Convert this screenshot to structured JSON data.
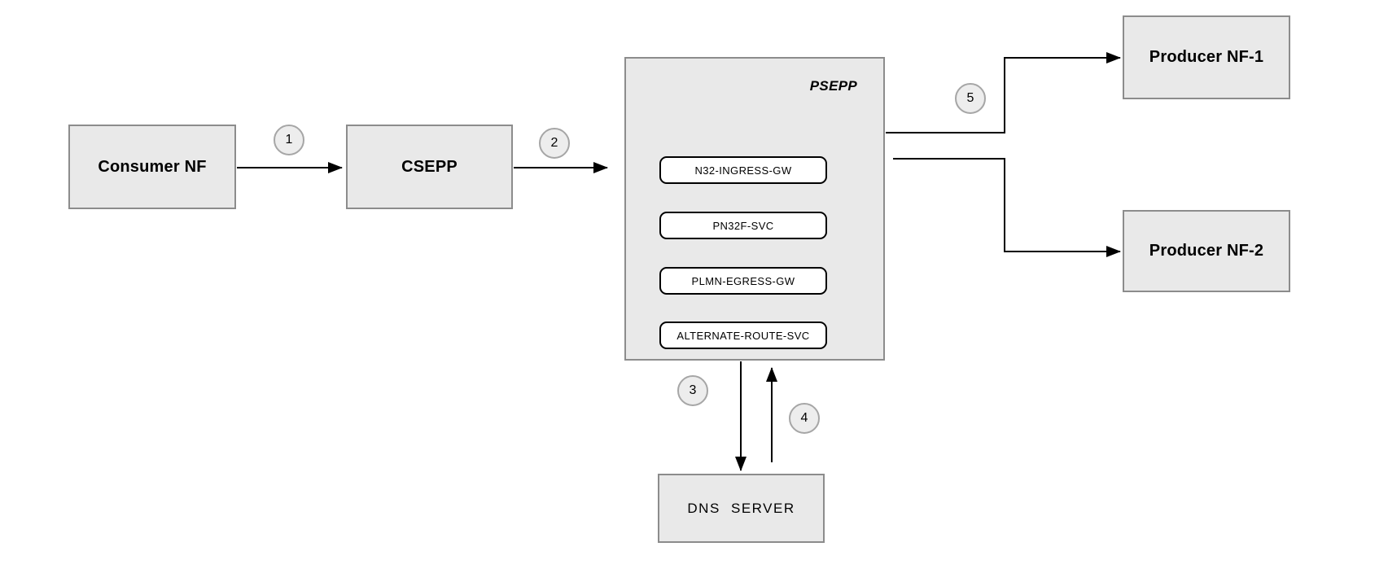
{
  "diagram": {
    "nodes": {
      "consumer_nf": "Consumer NF",
      "csepp": "CSEPP",
      "psepp": "PSEPP",
      "dns_server": "DNS SERVER",
      "producer_nf_1": "Producer NF-1",
      "producer_nf_2": "Producer NF-2"
    },
    "psepp_components": [
      "N32-INGRESS-GW",
      "PN32F-SVC",
      "PLMN-EGRESS-GW",
      "ALTERNATE-ROUTE-SVC"
    ],
    "edges": [
      {
        "from": "Consumer NF",
        "to": "CSEPP",
        "step": "1"
      },
      {
        "from": "CSEPP",
        "to": "PSEPP",
        "step": "2"
      },
      {
        "from": "PSEPP",
        "to": "DNS SERVER",
        "step": "3"
      },
      {
        "from": "DNS SERVER",
        "to": "PSEPP",
        "step": "4"
      },
      {
        "from": "PSEPP",
        "to": "Producer NF-1",
        "step": "5"
      },
      {
        "from": "PSEPP",
        "to": "Producer NF-2",
        "step": ""
      }
    ],
    "colors": {
      "node_fill": "#e9e9e9",
      "node_border": "#8c8c8c",
      "inner_fill": "#ffffff",
      "inner_border": "#000000",
      "circle_fill": "#ededed",
      "circle_border": "#a6a6a6",
      "line": "#000000",
      "bg": "#ffffff",
      "text": "#000000"
    }
  }
}
